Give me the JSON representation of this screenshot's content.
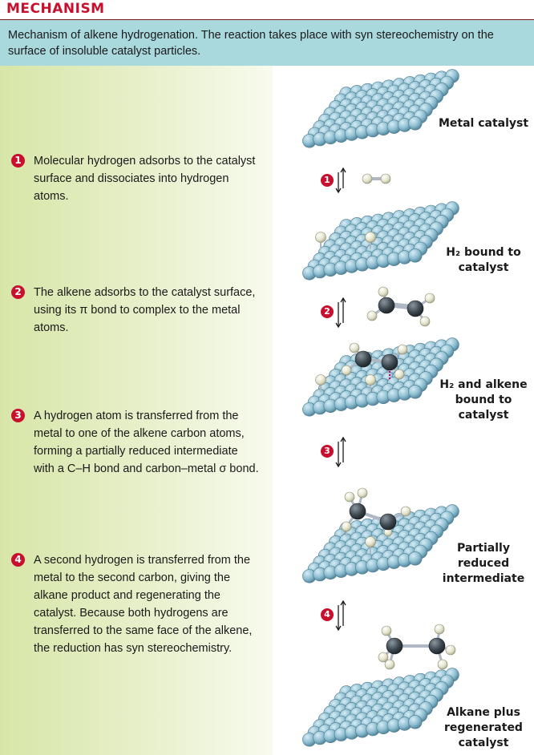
{
  "header": {
    "title": "MECHANISM"
  },
  "caption": "Mechanism of alkene hydrogenation. The reaction takes place with syn stereochemistry on the surface of insoluble catalyst particles.",
  "steps": [
    {
      "num": "1",
      "text": "Molecular hydrogen adsorbs to the catalyst surface and dissociates into hydrogen atoms."
    },
    {
      "num": "2",
      "text": "The alkene adsorbs to the catalyst surface, using its π bond to complex to the metal atoms."
    },
    {
      "num": "3",
      "text": "A hydrogen atom is transferred from the metal to one of the alkene carbon atoms, forming a partially reduced intermediate with a C–H bond and carbon–metal σ bond."
    },
    {
      "num": "4",
      "text": "A second hydrogen is transferred from the metal to the second carbon, giving the alkane product and regenerating the catalyst. Because both hydrogens are transferred to the same face of the alkene, the reduction has syn stereochemistry."
    }
  ],
  "labels": {
    "l1": "Metal catalyst",
    "l2": "H₂ bound to catalyst",
    "l3": "H₂ and alkene bound to catalyst",
    "l4": "Partially reduced intermediate",
    "l5": "Alkane plus regenerated catalyst"
  },
  "colors": {
    "accent": "#c8102e",
    "caption_bg": "#a9d8dd",
    "sphere": "#8fbfd2",
    "carbon": "#3c464e",
    "hydrogen": "#e4e4cc"
  }
}
